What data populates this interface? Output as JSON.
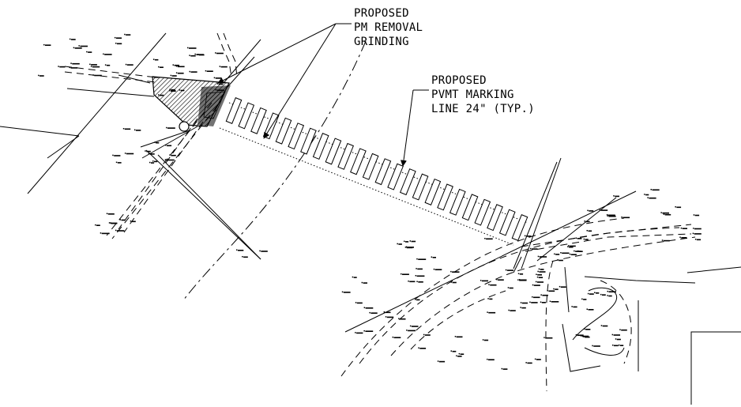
{
  "callouts": {
    "removal": [
      "PROPOSED",
      "PM REMOVAL",
      "GRINDING"
    ],
    "marking": [
      "PROPOSED",
      "PVMT MARKING",
      "LINE 24\" (TYP.)"
    ]
  },
  "colors": {
    "ink": "#000000",
    "paper": "#ffffff"
  }
}
